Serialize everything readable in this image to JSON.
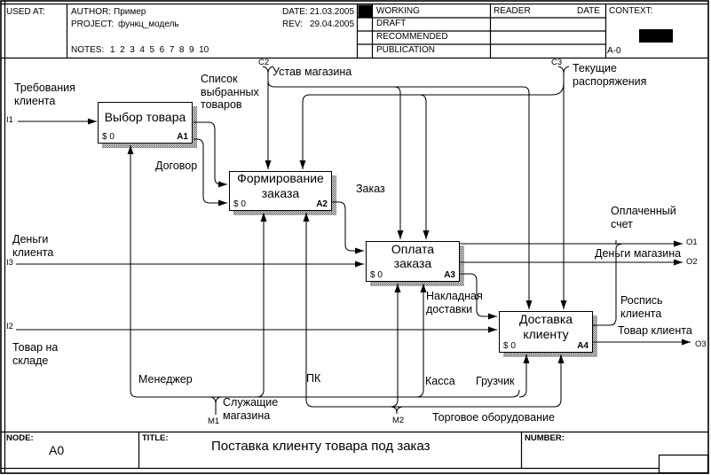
{
  "header": {
    "used_at_label": "USED AT:",
    "author_label": "AUTHOR:",
    "author_value": "Пример",
    "project_label": "PROJECT:",
    "project_value": "функц_модель",
    "notes_label": "NOTES:",
    "notes_numbers": "1  2  3  4  5  6  7  8  9  10",
    "date_label": "DATE:",
    "date_value": "21.03.2005",
    "rev_label": "REV:",
    "rev_value": "29.04.2005",
    "status_rows": [
      "WORKING",
      "DRAFT",
      "RECOMMENDED",
      "PUBLICATION"
    ],
    "reader_label": "READER",
    "reader_date_label": "DATE",
    "context_label": "CONTEXT:",
    "context_value": "A-0"
  },
  "footer": {
    "node_label": "NODE:",
    "node_value": "A0",
    "title_label": "TITLE:",
    "title_value": "Поставка клиенту товара под заказ",
    "number_label": "NUMBER:"
  },
  "boxes": [
    {
      "line1": "Выбор товара",
      "line2": "",
      "cost": "$ 0",
      "code": "A1"
    },
    {
      "line1": "Формирование",
      "line2": "заказа",
      "cost": "$ 0",
      "code": "A2"
    },
    {
      "line1": "Оплата",
      "line2": "заказа",
      "cost": "$ 0",
      "code": "A3"
    },
    {
      "line1": "Доставка",
      "line2": "клиенту",
      "cost": "$ 0",
      "code": "A4"
    }
  ],
  "arrows": {
    "trebovaniya": "Требования\nклиента",
    "spisok": "Список\nвыбранных\nтоваров",
    "ustav": "Устав магазина",
    "tekushchie": "Текущие\nраспоряжения",
    "dogovor": "Договор",
    "zakaz": "Заказ",
    "dengi_klienta": "Деньги\nклиента",
    "oplachennyi_schet": "Оплаченный\nсчет",
    "dengi_magazina": "Деньги магазина",
    "nakladnaya": "Накладная\nдоставки",
    "rospis": "Роспись\nклиента",
    "tovar_klienta": "Товар клиента",
    "tovar_na_sklade": "Товар на\nскладе",
    "menedzher": "Менеджер",
    "pk": "ПК",
    "kassa": "Касса",
    "gruzchik": "Грузчик",
    "sluzhashchie": "Служащие\nмагазина",
    "torgovoe": "Торговое оборудование"
  },
  "refs": {
    "i1": "I1",
    "i2": "I2",
    "i3": "I3",
    "c2": "C2",
    "c3": "C3",
    "m1": "M1",
    "m2": "M2",
    "o1": "O1",
    "o2": "O2",
    "o3": "O3"
  }
}
